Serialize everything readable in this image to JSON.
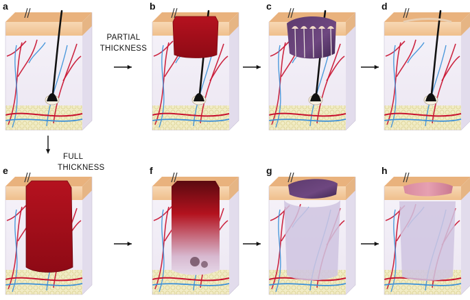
{
  "panels": [
    {
      "id": "a",
      "label": "a",
      "stage": "normal"
    },
    {
      "id": "b",
      "label": "b",
      "stage": "partial-wound"
    },
    {
      "id": "c",
      "label": "c",
      "stage": "partial-healing"
    },
    {
      "id": "d",
      "label": "d",
      "stage": "partial-healed"
    },
    {
      "id": "e",
      "label": "e",
      "stage": "full-wound"
    },
    {
      "id": "f",
      "label": "f",
      "stage": "full-clot"
    },
    {
      "id": "g",
      "label": "g",
      "stage": "full-granulation"
    },
    {
      "id": "h",
      "label": "h",
      "stage": "full-scar"
    }
  ],
  "captions": {
    "partial_line1": "PARTIAL",
    "partial_line2": "THICKNESS",
    "full_line1": "FULL",
    "full_line2": "THICKNESS"
  },
  "colors": {
    "epidermis": "#f3c79a",
    "epidermis_top": "#e9b27d",
    "dermis": "#f2eef6",
    "side": "#e2dcec",
    "artery": "#c8102e",
    "vein": "#3a8fd8",
    "fat": "#e8e2a0",
    "wound": "#a10d1a",
    "granulation": "#cfc4e0",
    "hair": "#111111"
  }
}
